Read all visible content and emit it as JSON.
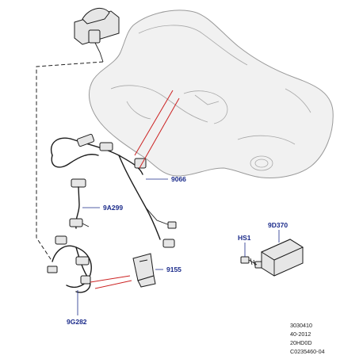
{
  "callouts": {
    "c9066": "9066",
    "c9A299": "9A299",
    "c9155": "9155",
    "c9G282": "9G282",
    "cHS1": "HS1",
    "c9D370": "9D370"
  },
  "meta": {
    "line1": "3030410",
    "line2": "40-2012",
    "line3": "20HD0D",
    "line4": "C0235460-04"
  },
  "colors": {
    "callout_text": "#1a2a8a",
    "pointer_red": "#cc2222"
  }
}
